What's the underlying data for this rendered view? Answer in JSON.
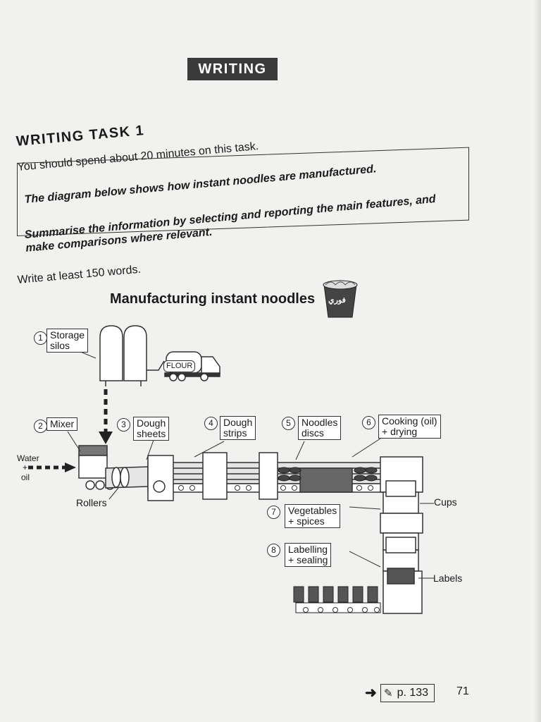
{
  "header": {
    "banner": "WRITING"
  },
  "task": {
    "title": "WRITING TASK 1",
    "time_instruction": "You should spend about 20 minutes on this task.",
    "prompt_line1": "The diagram below shows how instant noodles are manufactured.",
    "prompt_line2": "Summarise the information by selecting and reporting the main features, and",
    "prompt_line3": "make comparisons where relevant.",
    "word_count": "Write at least 150 words."
  },
  "diagram": {
    "title": "Manufacturing instant noodles",
    "cup_logo_text": "فوري",
    "tanker_label": "FLOUR",
    "water_label": "Water",
    "plus_label": "+",
    "oil_label": "oil",
    "rollers_label": "Rollers",
    "cups_label": "Cups",
    "labels_label": "Labels",
    "steps": [
      {
        "num": "1",
        "line1": "Storage",
        "line2": "silos"
      },
      {
        "num": "2",
        "line1": "Mixer",
        "line2": ""
      },
      {
        "num": "3",
        "line1": "Dough",
        "line2": "sheets"
      },
      {
        "num": "4",
        "line1": "Dough",
        "line2": "strips"
      },
      {
        "num": "5",
        "line1": "Noodles",
        "line2": "discs"
      },
      {
        "num": "6",
        "line1": "Cooking (oil)",
        "line2": "+ drying"
      },
      {
        "num": "7",
        "line1": "Vegetables",
        "line2": "+ spices"
      },
      {
        "num": "8",
        "line1": "Labelling",
        "line2": "+ sealing"
      }
    ]
  },
  "footer": {
    "page_ref": "p. 133",
    "page_number": "71"
  }
}
